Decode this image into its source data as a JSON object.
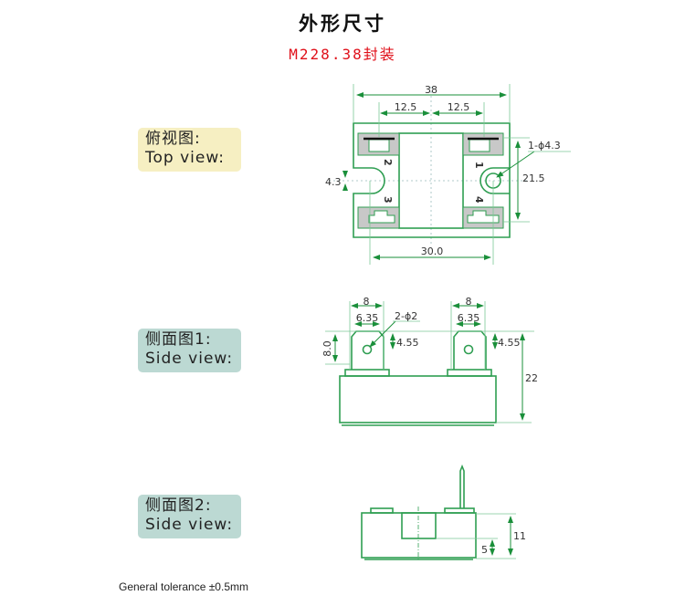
{
  "title": "外形尺寸",
  "subtitle": "M228.38封装",
  "views": [
    {
      "line1": "俯视图:",
      "line2": "Top view:"
    },
    {
      "line1": "侧面图1:",
      "line2": "Side view:"
    },
    {
      "line1": "侧面图2:",
      "line2": "Side view:"
    }
  ],
  "top_view": {
    "width": "38",
    "half_left": "12.5",
    "half_right": "12.5",
    "hole_spacing": "30.0",
    "height": "21.5",
    "hole": "1-ϕ4.3",
    "slot": "4.3",
    "pins": [
      "1",
      "2",
      "3",
      "4"
    ]
  },
  "side_view1": {
    "tab_w_left": "8",
    "tab_w_right": "8",
    "tab_inner_left": "6.35",
    "tab_inner_right": "6.35",
    "holes": "2-ϕ2",
    "tab_h": "8.0",
    "hole_pos_left": "4.55",
    "hole_pos_right": "4.55",
    "total_h": "22"
  },
  "side_view2": {
    "body_h": "11",
    "step_h": "5"
  },
  "tolerance": "General tolerance ±0.5mm"
}
